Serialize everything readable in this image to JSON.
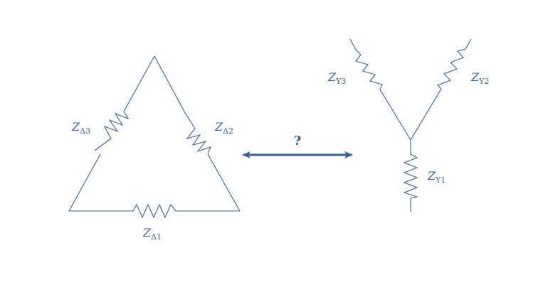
{
  "colors": {
    "stroke": "#3a5f95",
    "arrow": "#3a5f95",
    "text": "#3a5f95",
    "background": "#ffffff"
  },
  "delta": {
    "labels": {
      "z1": {
        "main": "Z",
        "sub": "Δ1"
      },
      "z2": {
        "main": "Z",
        "sub": "Δ2"
      },
      "z3": {
        "main": "Z",
        "sub": "Δ3"
      }
    }
  },
  "wye": {
    "labels": {
      "z1": {
        "main": "Z",
        "sub": "Y1"
      },
      "z2": {
        "main": "Z",
        "sub": "Y2"
      },
      "z3": {
        "main": "Z",
        "sub": "Y3"
      }
    }
  },
  "conversion": {
    "question_mark": "?",
    "arrow_direction": "bidirectional"
  }
}
